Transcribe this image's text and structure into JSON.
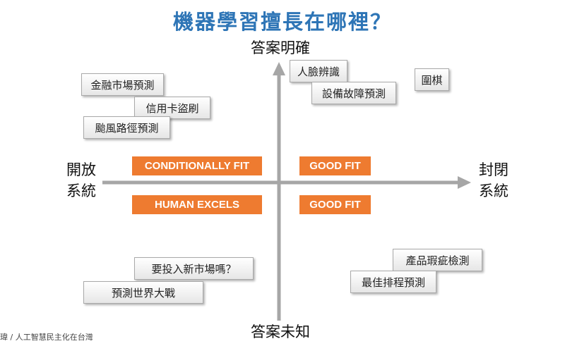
{
  "title": "機器學習擅長在哪裡？",
  "axes": {
    "top": "答案明確",
    "bottom": "答案未知",
    "left": [
      "開放",
      "系統"
    ],
    "right": [
      "封閉",
      "系統"
    ]
  },
  "quadrants": {
    "top_left": "CONDITIONALLY FIT",
    "top_right": "GOOD FIT",
    "bottom_left": "HUMAN EXCELS",
    "bottom_right": "GOOD FIT",
    "color": "#ee7b30"
  },
  "items": [
    "金融市場預測",
    "信用卡盜刷",
    "颱風路徑預測",
    "人臉辨識",
    "設備故障預測",
    "圍棋",
    "要投入新市場嗎？",
    "預測世界大戰",
    "產品瑕疵檢測",
    "最佳排程預測"
  ],
  "footer": "瑋 / 人工智慧民主化在台灣"
}
